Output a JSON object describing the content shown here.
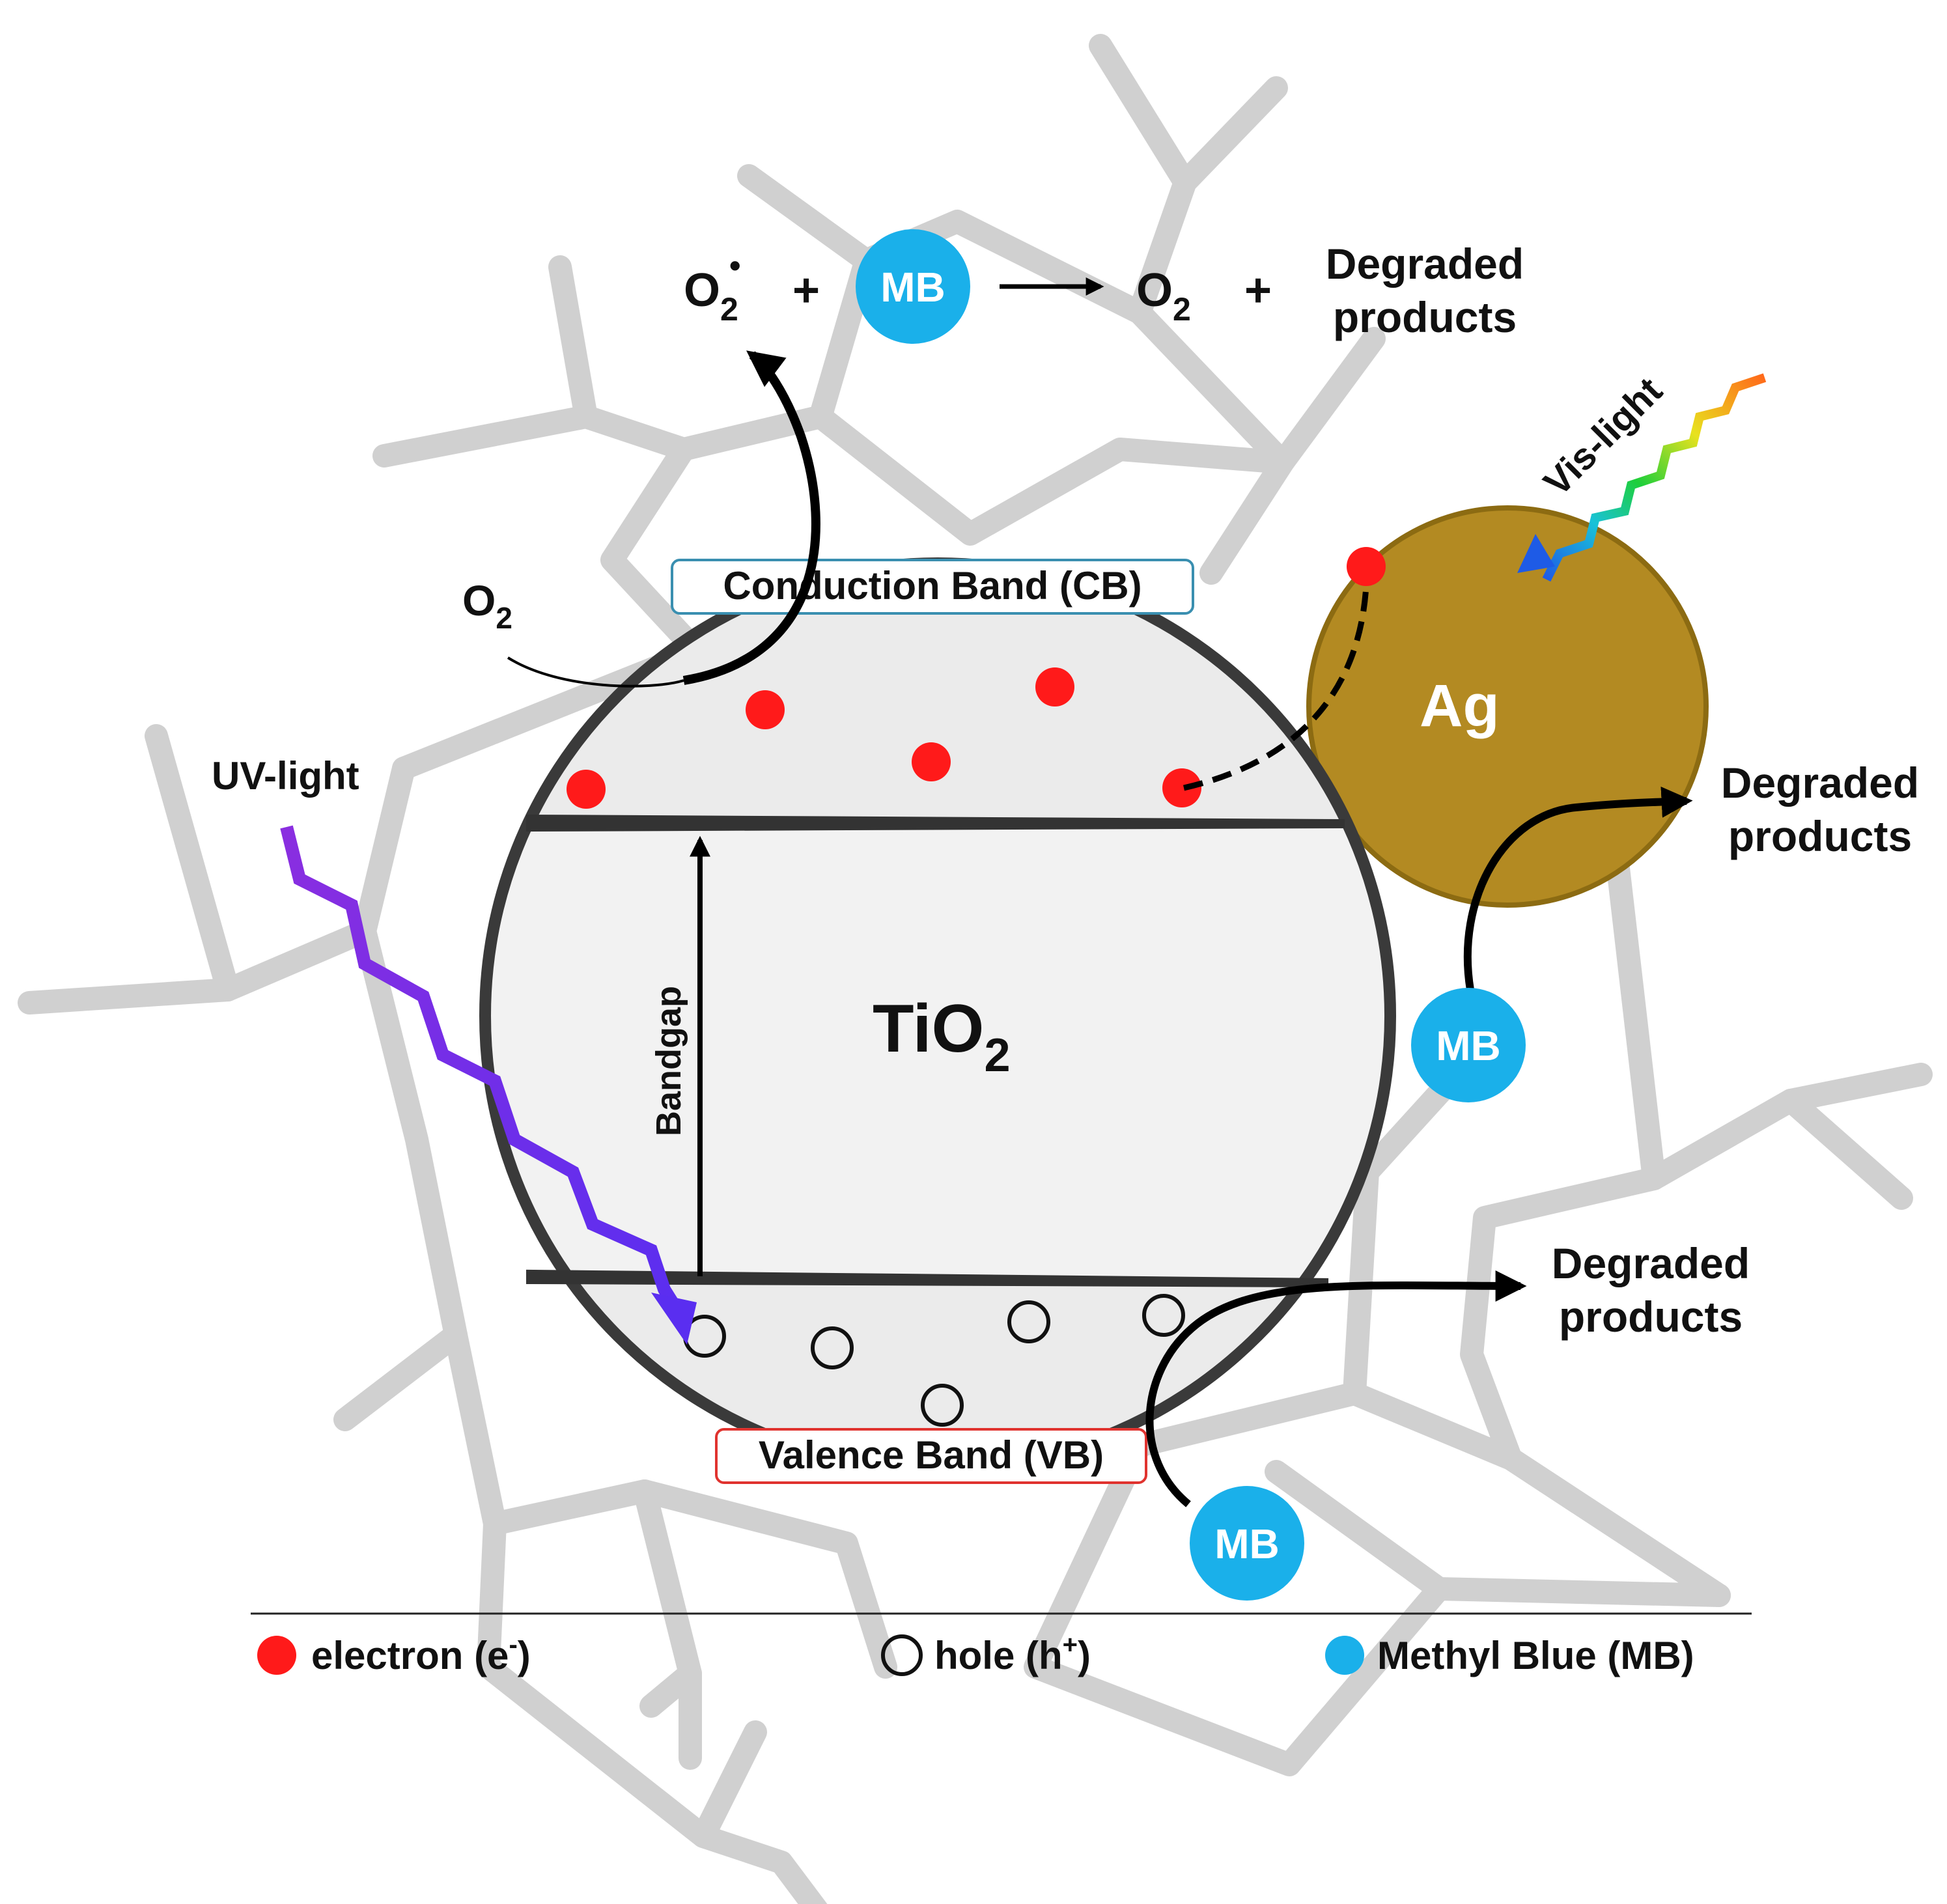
{
  "colors": {
    "network": "#d0d0d0",
    "electron": "#ff1a1a",
    "mb": "#1ab0ea",
    "ag": "#b38a22",
    "ag_edge": "#8c6b12",
    "tio2_fill": "#f2f2f2",
    "band_fill": "#ebebeb",
    "uv": "#7a2ee6",
    "cb_box": "#3a8fb0",
    "vb_box": "#e0332f"
  },
  "reaction": {
    "reactant_o2": "O",
    "reactant_sub": "2",
    "radical_dot": "•",
    "plus1": "+",
    "mb_label": "MB",
    "product_o2": "O",
    "product_sub": "2",
    "plus2": "+",
    "degraded_line1": "Degraded",
    "degraded_line2": "products"
  },
  "labels": {
    "conduction_band": "Conduction Band (CB)",
    "valence_band": "Valence Band (VB)",
    "o2": "O",
    "o2_sub": "2",
    "uv_light": "UV-light",
    "vis_light": "Vis-light",
    "bandgap": "Bandgap",
    "tio2": "TiO",
    "tio2_sub": "2",
    "ag": "Ag"
  },
  "ag_side": {
    "mb_label": "MB",
    "degraded_line1": "Degraded",
    "degraded_line2": "products"
  },
  "vb_side": {
    "mb_label": "MB",
    "degraded_line1": "Degraded",
    "degraded_line2": "products"
  },
  "legend": {
    "electron": "electron (e",
    "electron_sup": "-",
    "electron_close": ")",
    "hole": "hole (h",
    "hole_sup": "+",
    "hole_close": ")",
    "mb": "Methyl Blue (MB)"
  }
}
